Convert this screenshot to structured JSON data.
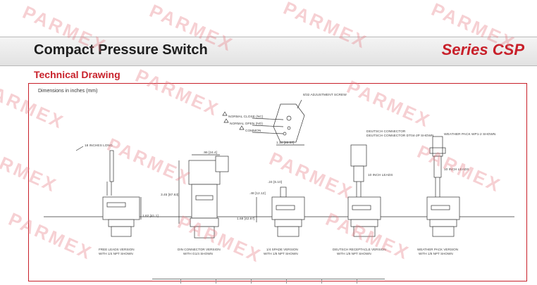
{
  "header": {
    "title": "Compact Pressure Switch",
    "series": "Series CSP"
  },
  "section": {
    "heading": "Technical Drawing",
    "dimensions_note": "Dimensions in inches (mm)"
  },
  "callouts": {
    "adjustment_screw": "8/32 ADJUSTMENT SCREW",
    "normal_close": "NORMAL CLOSE (NC)",
    "normal_open": "NORMAL OPEN (NO)",
    "common": "COMMON",
    "leads_length": "18 INCHES LONG",
    "deutsch_connector": "DEUTSCH CONNECTOR DT04-2P SHOWN",
    "weather_pack": "WEATHER PACK WP1-2 SHOWN",
    "inch_leads_1": "10 INCH LEADS",
    "inch_leads_2": "10 INCH LEADS"
  },
  "dimensions": {
    "d_width_top": "1.10 [28.57]",
    "d_din_width": ".96 [24.4]",
    "d_din_height": "3.45 [87.63]",
    "d_free_height": "1.62 [41.1]",
    "d_spade_a": ".48 [12.12]",
    "d_spade_b": ".24 [6.10]",
    "d_spade_height": "1.68 [42.67]"
  },
  "captions": {
    "free_leads_1": "FREE LEADS VERSION",
    "free_leads_2": "WITH 1/4 NPT SHOWN",
    "din_1": "DIN CONNECTOR VERSION",
    "din_2": "WITH G1/4 SHOWN",
    "spade_1": "1/4 SPADE VERSION",
    "spade_2": "WITH 1/8 NPT SHOWN",
    "deutsch_1": "DEUTSCH RECEPTACLE VERSION",
    "deutsch_2": "WITH 1/8 NPT SHOWN",
    "weather_1": "WEATHER PACK VERSION",
    "weather_2": "WITH 1/8 NPT SHOWN"
  },
  "watermark": "PARMEX",
  "colors": {
    "accent": "#c8202a",
    "watermark": "#e87880",
    "banner": "#e6e6e6"
  }
}
